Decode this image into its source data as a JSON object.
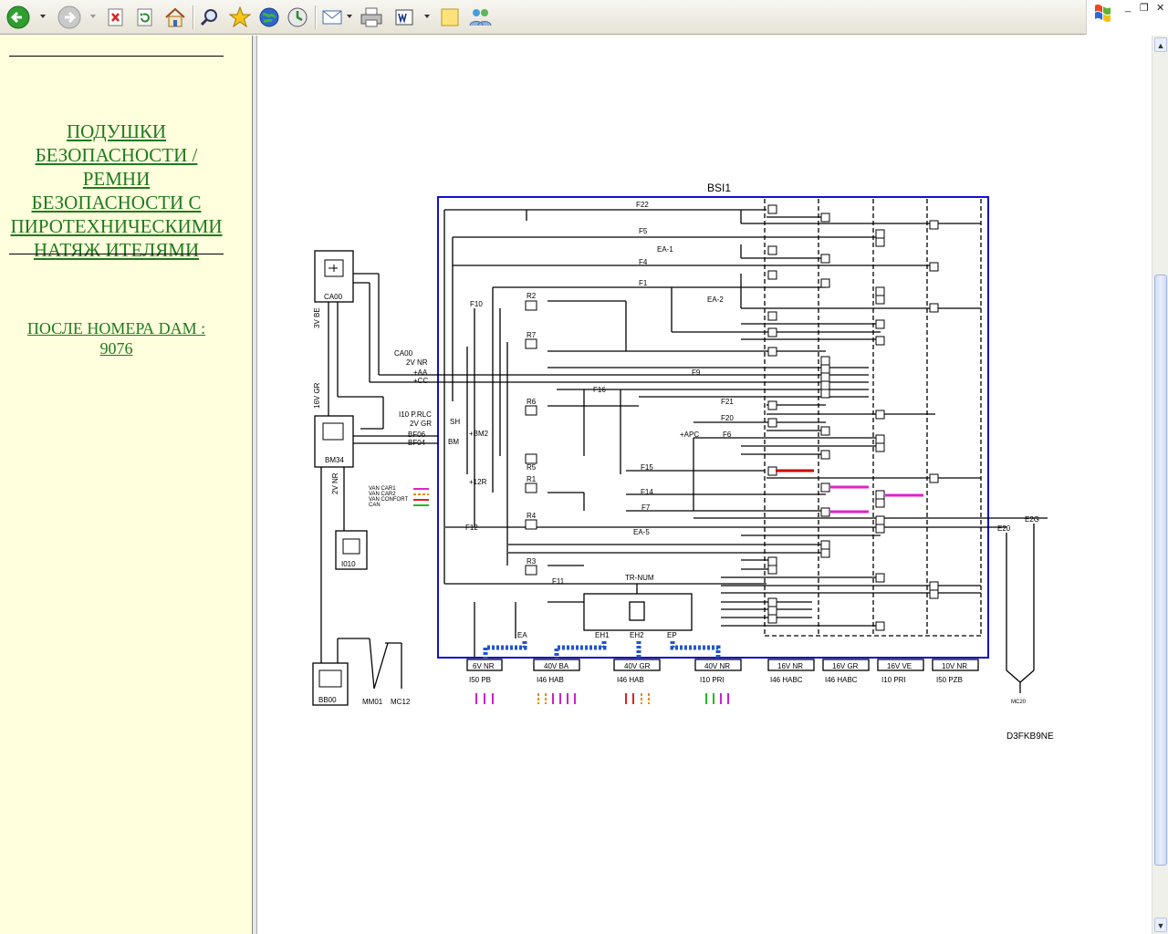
{
  "toolbar": {
    "buttons": [
      "back-icon",
      "forward-icon",
      "stop-icon",
      "refresh-icon",
      "home-icon",
      "search-icon",
      "favorites-icon",
      "media-icon",
      "history-icon",
      "mail-icon",
      "print-icon",
      "edit-icon",
      "discuss-icon",
      "messenger-icon"
    ]
  },
  "sidebar": {
    "title_lines": [
      "ПОДУШКИ",
      "БЕЗОПАСНОСТИ /",
      "РЕМНИ",
      "БЕЗОПАСНОСТИ С",
      "ПИРОТЕХНИЧЕСКИМИ",
      "НАТЯЖ ИТЕЛЯМИ"
    ],
    "dam_line1": "ПОСЛЕ НОМЕРА DAM :",
    "dam_line2": "9076"
  },
  "diagram": {
    "bsi_label": "BSI1",
    "diagram_ref": "D3FKB9NE",
    "components": {
      "ca00": "CA00",
      "bm34": "BM34",
      "i010": "I010",
      "bb00": "BB00",
      "mm01": "MM01",
      "mc12": "MC12",
      "mc20": "MC20",
      "ca00_tag": "CA00",
      "i10_tag": "I10 P.RLC"
    },
    "side_labels": {
      "v3be": "3V BE",
      "v16vgr": "16V GR",
      "v2vnr": "2V NR"
    },
    "wire_labels": [
      "+AA",
      "+CC",
      "2V NR",
      "2V GR",
      "BF06",
      "BF04",
      "SH",
      "+BM2",
      "+12R",
      "BM",
      "EA-1",
      "EA-2",
      "EA-5",
      "+APC",
      "TR-NUM"
    ],
    "fuses": [
      "F22",
      "F5",
      "F4",
      "F1",
      "F10",
      "F9",
      "F16",
      "F21",
      "F20",
      "F6",
      "F15",
      "F14",
      "F7",
      "F12",
      "F11"
    ],
    "relays": [
      "R2",
      "R7",
      "R6",
      "R5",
      "R1",
      "R4",
      "R3"
    ],
    "legend": [
      "VAN CAR1",
      "VAN CAR2",
      "VAN CONFORT",
      "CAN"
    ],
    "bottom_connectors": [
      {
        "top": "6V NR",
        "bottom": "I50 PB"
      },
      {
        "top": "40V BA",
        "bottom": "I46 HAB"
      },
      {
        "top": "40V GR",
        "bottom": "I46 HAB"
      },
      {
        "top": "40V NR",
        "bottom": "I10 PRI"
      },
      {
        "top": "16V NR",
        "bottom": "I46 HABC"
      },
      {
        "top": "16V GR",
        "bottom": "I46 HABC"
      },
      {
        "top": "16V VE",
        "bottom": "I10 PRI"
      },
      {
        "top": "10V NR",
        "bottom": "I50 PZB"
      }
    ],
    "bus_labels": [
      "EA",
      "EH1",
      "EH2",
      "EP"
    ],
    "right_tags": [
      "E20",
      "E2G"
    ]
  }
}
